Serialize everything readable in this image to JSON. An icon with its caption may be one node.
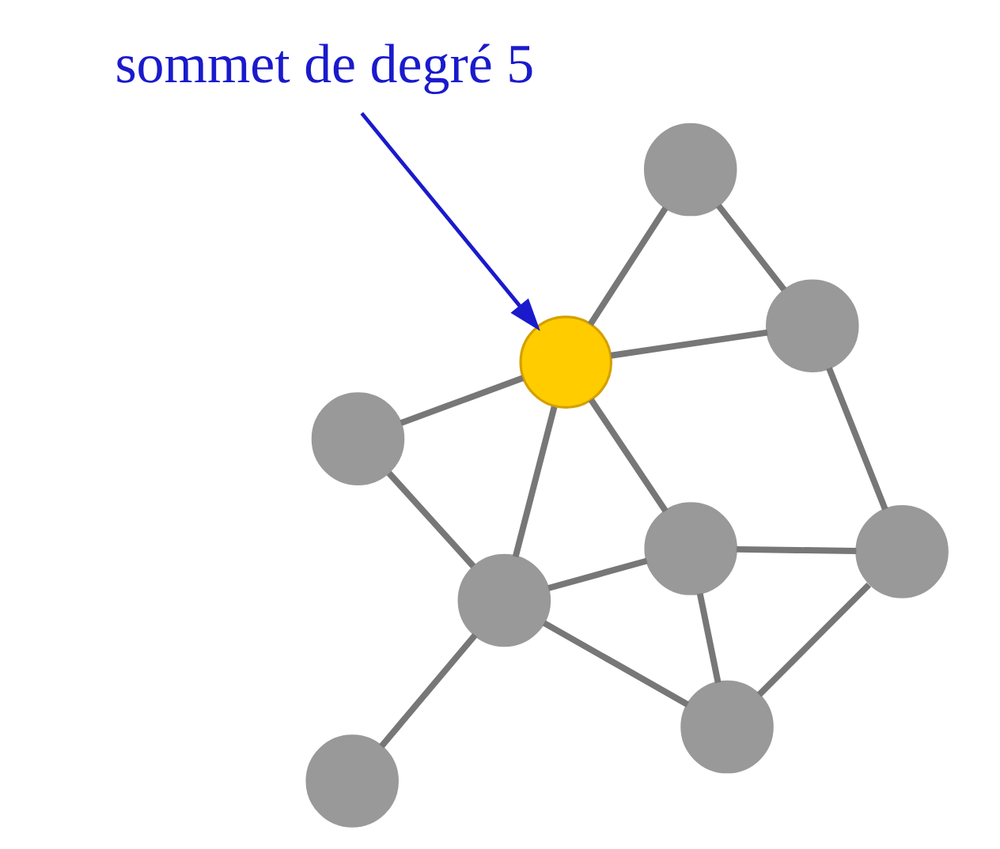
{
  "diagram": {
    "nodes": [
      {
        "text": [
          "sommet de degré 5"
        ]
      },
      {
        "text": [],
        "shape": "circle"
      },
      {
        "text": [],
        "shape": "circle"
      },
      {
        "text": [],
        "shape": "circle"
      },
      {
        "text": [],
        "shape": "circle"
      },
      {
        "text": [],
        "shape": "circle"
      },
      {
        "text": [],
        "shape": "circle"
      },
      {
        "text": [],
        "shape": "circle"
      },
      {
        "text": [],
        "shape": "circle"
      },
      {
        "text": [],
        "shape": "circle"
      }
    ],
    "edges": [
      {
        "from": 0,
        "to": 1,
        "arrow": "to",
        "color": "#1a1acc"
      },
      {
        "from": 1,
        "to": 3,
        "arrow": "none"
      },
      {
        "from": 1,
        "to": 6,
        "arrow": "none"
      },
      {
        "from": 1,
        "to": 7,
        "arrow": "none"
      },
      {
        "from": 1,
        "to": 5,
        "arrow": "none"
      },
      {
        "from": 1,
        "to": 4,
        "arrow": "none"
      },
      {
        "from": 2,
        "to": 6,
        "arrow": "none"
      },
      {
        "from": 3,
        "to": 6,
        "arrow": "none"
      },
      {
        "from": 6,
        "to": 7,
        "arrow": "none"
      },
      {
        "from": 6,
        "to": 8,
        "arrow": "none"
      },
      {
        "from": 7,
        "to": 8,
        "arrow": "none"
      },
      {
        "from": 7,
        "to": 9,
        "arrow": "none"
      },
      {
        "from": 8,
        "to": 9,
        "arrow": "none"
      },
      {
        "from": 9,
        "to": 5,
        "arrow": "none"
      },
      {
        "from": 5,
        "to": 4,
        "arrow": "none"
      }
    ]
  }
}
